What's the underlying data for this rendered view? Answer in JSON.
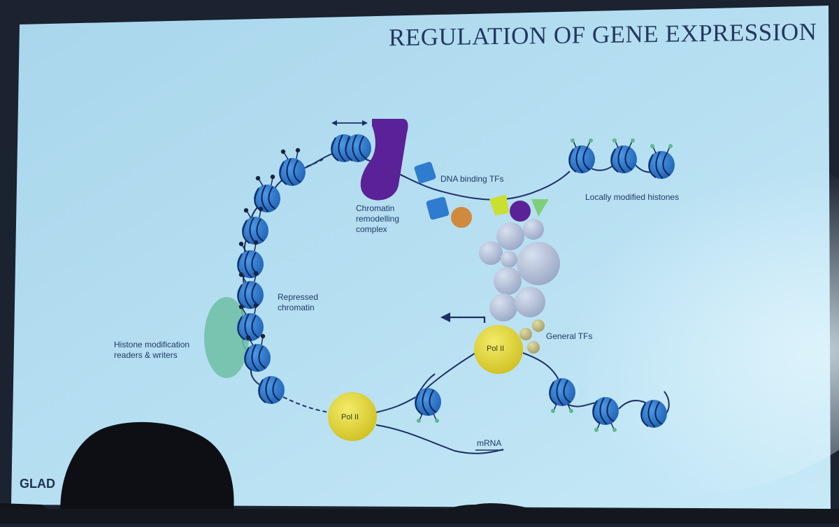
{
  "slide": {
    "title": "REGULATION OF GENE EXPRESSION",
    "footer_logo": "GLAD"
  },
  "labels": {
    "chromatin_remodelling": [
      "Chromatin",
      "remodelling",
      "complex"
    ],
    "dna_binding_tfs": "DNA binding TFs",
    "locally_modified_histones": "Locally modified histones",
    "repressed_chromatin": [
      "Repressed",
      "chromatin"
    ],
    "histone_modification": [
      "Histone modification",
      "readers & writers"
    ],
    "general_tfs": "General TFs",
    "pol_ii_top": "Pol II",
    "pol_ii_bottom": "Pol II",
    "mrna": "mRNA"
  },
  "colors": {
    "slide_bg": "#b3dcef",
    "nucleosome": "#2f7bd0",
    "remodelling_complex": "#5a2296",
    "pol_ii": "#e9df3a",
    "general_tf_cluster": "#b7c2da",
    "reader_writer": "#6fbfa6",
    "dna": "#1c2f66",
    "text": "#203a66"
  }
}
